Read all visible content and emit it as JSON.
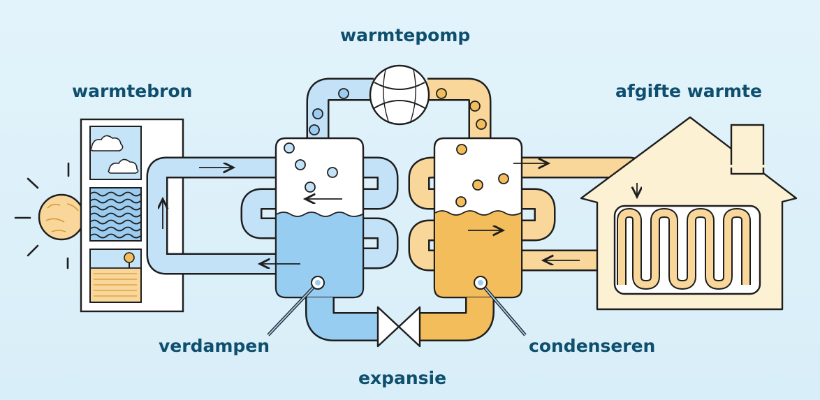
{
  "labels": {
    "pump": "warmtepomp",
    "source": "warmtebron",
    "output": "afgifte warmte",
    "evaporate": "verdampen",
    "condense": "condenseren",
    "expansion": "expansie"
  },
  "colors": {
    "background": "#dff1fa",
    "cold_fluid": "#c3e2f8",
    "cold_fluid_deep": "#98cdf2",
    "warm_fluid": "#f9d79a",
    "warm_fluid_deep": "#f4bd5c",
    "outline": "#1e1e1e",
    "label_text": "#0f4f6e",
    "house_fill": "#fdf1d4"
  },
  "icons": {
    "sun": "sun-icon",
    "cloud": "cloud-icon",
    "water": "water-waves-icon",
    "ground": "ground-tree-icon",
    "compressor": "compressor-icon",
    "valve": "expansion-valve-icon",
    "radiator": "radiator-icon",
    "house": "house-icon"
  }
}
